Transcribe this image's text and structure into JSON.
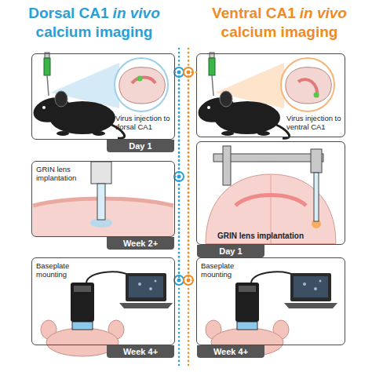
{
  "diagram": {
    "nodes": [
      {
        "text": [
          "Virus injection to dorsal CA1",
          "Day 1"
        ]
      },
      {
        "text": [
          "GRIN lens implantation",
          "Week 2+"
        ]
      },
      {
        "text": [
          "Baseplate mounting",
          "Week 4+"
        ]
      },
      {
        "text": [
          "Virus injection to ventral CA1"
        ]
      },
      {
        "text": [
          "GRIN lens implantation",
          "Day 1"
        ]
      },
      {
        "text": [
          "Baseplate mounting",
          "Week 4+"
        ]
      }
    ],
    "edges": [
      {
        "from": 0,
        "to": 1,
        "arrow": "none"
      },
      {
        "from": 1,
        "to": 2,
        "arrow": "none"
      },
      {
        "from": 3,
        "to": 5,
        "arrow": "none"
      }
    ],
    "labels": [
      "Dorsal CA1",
      "in vivo",
      "calcium imaging",
      "Ventral CA1",
      "in vivo",
      "calcium imaging"
    ]
  }
}
